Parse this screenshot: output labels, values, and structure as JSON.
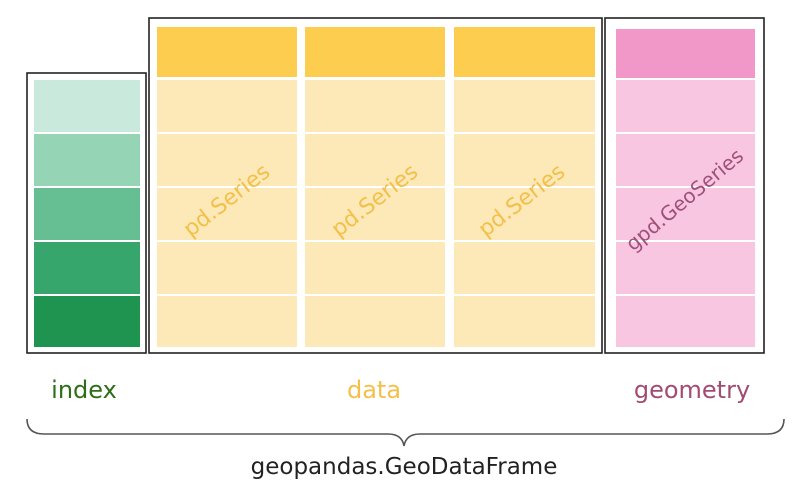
{
  "labels": {
    "series_1": "pd.Series",
    "series_2": "pd.Series",
    "series_3": "pd.Series",
    "geoseries": "gpd.GeoSeries",
    "index": "index",
    "data": "data",
    "geometry": "geometry",
    "frame": "geopandas.GeoDataFrame"
  },
  "colors": {
    "index_rows": [
      "#c9e9dc",
      "#96d4b6",
      "#65bf92",
      "#37a66d",
      "#1f9450"
    ],
    "data_header": "#fdcd4f",
    "data_cell": "#fde8b8",
    "geo_header": "#f198c8",
    "geo_cell": "#f8c6e0",
    "series_text": "#f3c049",
    "geoseries_text": "#a0507a",
    "index_text": "#2e6e18",
    "data_text": "#f3c049",
    "geometry_text": "#a24c73",
    "frame_text": "#222222",
    "outline": "#222222"
  }
}
